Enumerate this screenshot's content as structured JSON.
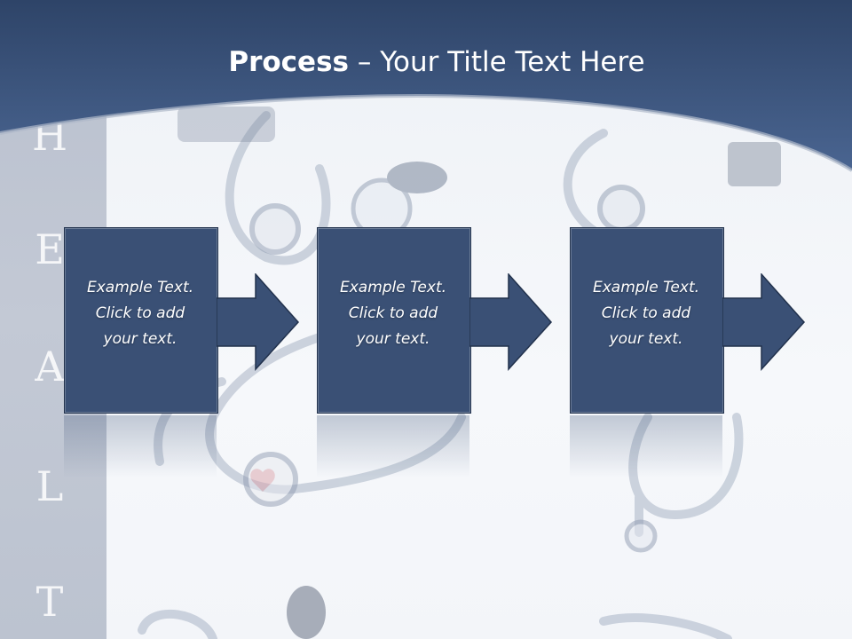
{
  "slide": {
    "title_bold": "Process",
    "title_rest": " – Your Title Text Here",
    "side_letters": [
      "H",
      "E",
      "A",
      "L",
      "T"
    ]
  },
  "steps": [
    {
      "lines": [
        "Example Text.",
        "Click  to add",
        "your text."
      ]
    },
    {
      "lines": [
        "Example Text.",
        "Click  to add",
        "your text."
      ]
    },
    {
      "lines": [
        "Example Text.",
        "Click  to add",
        "your text."
      ]
    }
  ],
  "colors": {
    "header_blue": "#3f5b86",
    "box_fill": "#3a5075",
    "box_border": "#22324d"
  }
}
